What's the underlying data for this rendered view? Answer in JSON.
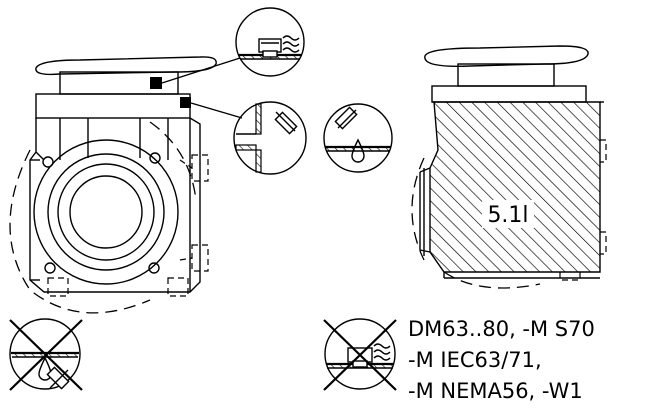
{
  "oil_volume": "5.1l",
  "notes": {
    "line1": "DM63..80, -M S70",
    "line2": "-M IEC63/71,",
    "line3": "-M NEMA56, -W1"
  }
}
